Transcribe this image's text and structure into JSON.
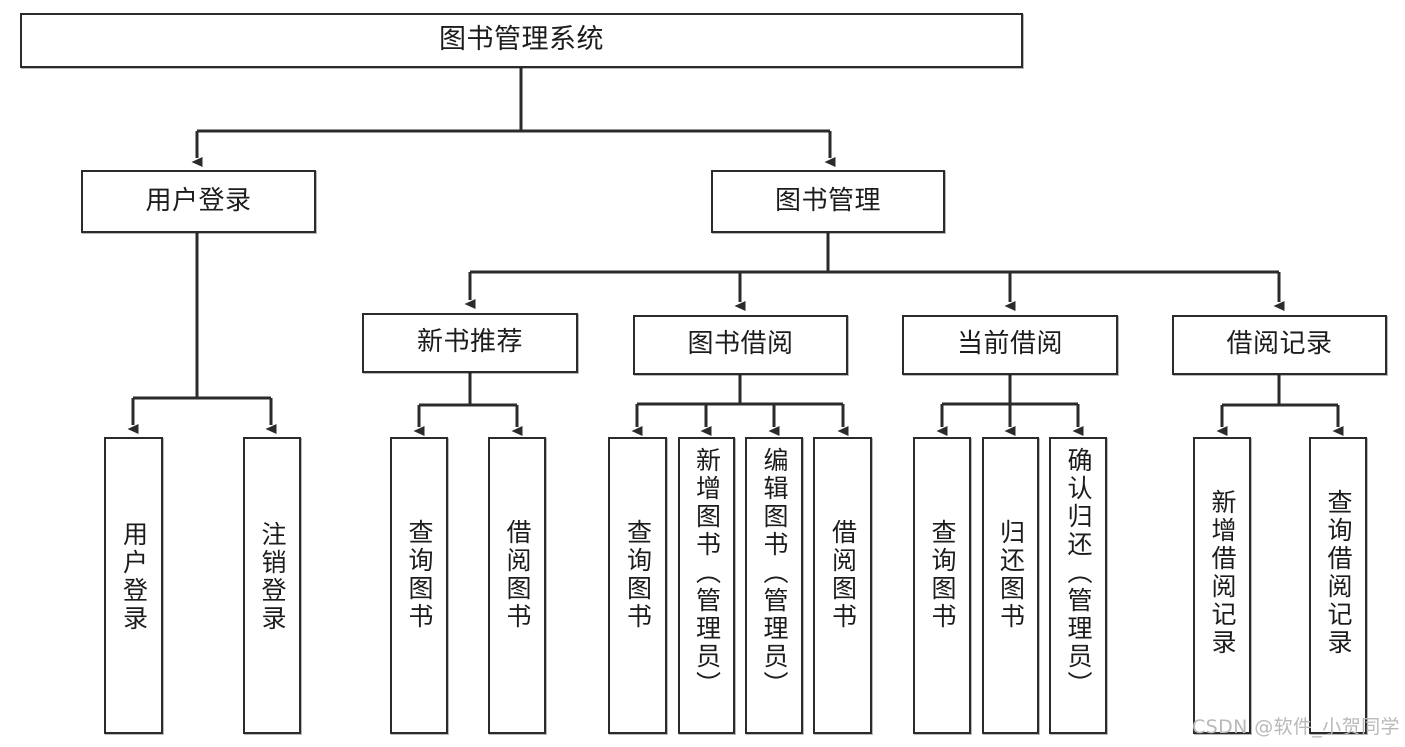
{
  "diagram": {
    "title": "图书管理系统",
    "type": "tree",
    "orientation": "top-down",
    "colors": {
      "box_border": "#2b2b2b",
      "box_fill": "#ffffff",
      "connector": "#2b2b2b",
      "text": "#1c1c1c",
      "watermark": "#b9b9b9",
      "background": "#ffffff"
    },
    "nodes": {
      "root": {
        "label": "图书管理系统"
      },
      "level2": [
        {
          "id": "user-login",
          "label": "用户登录"
        },
        {
          "id": "book-manage",
          "label": "图书管理"
        }
      ],
      "level3": [
        {
          "id": "new-book-recommend",
          "label": "新书推荐"
        },
        {
          "id": "book-borrow",
          "label": "图书借阅"
        },
        {
          "id": "current-borrow",
          "label": "当前借阅"
        },
        {
          "id": "borrow-record",
          "label": "借阅记录"
        }
      ],
      "leaves": [
        {
          "id": "leaf-user-login",
          "label": "用户登录",
          "parent": "user-login"
        },
        {
          "id": "leaf-logout",
          "label": "注销登录",
          "parent": "user-login"
        },
        {
          "id": "leaf-query-book-1",
          "label": "查询图书",
          "parent": "new-book-recommend"
        },
        {
          "id": "leaf-borrow-book-1",
          "label": "借阅图书",
          "parent": "new-book-recommend"
        },
        {
          "id": "leaf-query-book-2",
          "label": "查询图书",
          "parent": "book-borrow"
        },
        {
          "id": "leaf-add-book",
          "label": "新增图书（管理员）",
          "parent": "book-borrow"
        },
        {
          "id": "leaf-edit-book",
          "label": "编辑图书（管理员）",
          "parent": "book-borrow"
        },
        {
          "id": "leaf-borrow-book-2",
          "label": "借阅图书",
          "parent": "book-borrow"
        },
        {
          "id": "leaf-query-book-3",
          "label": "查询图书",
          "parent": "current-borrow"
        },
        {
          "id": "leaf-return-book",
          "label": "归还图书",
          "parent": "current-borrow"
        },
        {
          "id": "leaf-confirm-return",
          "label": "确认归还（管理员）",
          "parent": "current-borrow"
        },
        {
          "id": "leaf-add-record",
          "label": "新增借阅记录",
          "parent": "borrow-record"
        },
        {
          "id": "leaf-query-record",
          "label": "查询借阅记录",
          "parent": "borrow-record"
        }
      ]
    }
  },
  "watermark": {
    "text": "CSDN @软件_小贺同学"
  }
}
